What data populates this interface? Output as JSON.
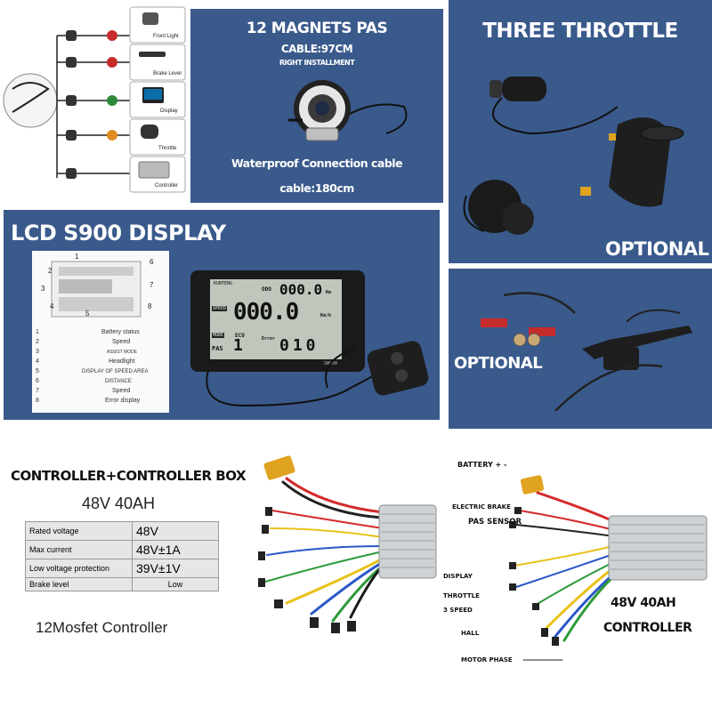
{
  "wiring": {
    "labels": [
      "Front Light",
      "Brake Lever",
      "Display",
      "Throttle",
      "Controller"
    ]
  },
  "pas": {
    "title": "12 MAGNETS PAS",
    "cable": "CABLE:97CM",
    "install": "RIGHT INSTALLMENT",
    "caption_1": "Waterproof Connection cable",
    "caption_2": "cable:180cm"
  },
  "throttle": {
    "title": "THREE THROTTLE",
    "optional": "OPTIONAL"
  },
  "display": {
    "title": "LCD S900 DISPLAY",
    "callouts": [
      "1",
      "2",
      "3",
      "4",
      "5",
      "6",
      "7",
      "8"
    ],
    "legend": [
      {
        "num": "1",
        "text": "Battery status"
      },
      {
        "num": "2",
        "text": "Speed"
      },
      {
        "num": "3",
        "text": "ASSIST MODE"
      },
      {
        "num": "4",
        "text": "Headlight"
      },
      {
        "num": "5",
        "text": "DISPLAY OF SPEED AREA"
      },
      {
        "num": "6",
        "text": "DISTANCE"
      },
      {
        "num": "7",
        "text": "Speed"
      },
      {
        "num": "8",
        "text": "Error display"
      }
    ],
    "lcd": {
      "odo_label": "ODO",
      "odo_value": "000.0",
      "odo_unit": "Km",
      "speed_label": "SPEED",
      "speed_value": "000.0",
      "speed_unit": "Km/h",
      "mode_label": "MODE",
      "eco": "ECO",
      "pas_label": "PAS",
      "pas_value": "1",
      "error_label": "Error",
      "error_value": "010",
      "model": "SW900",
      "brand": "KUNTENG"
    }
  },
  "brake": {
    "optional": "OPTIONAL"
  },
  "controller": {
    "title": "CONTROLLER+CONTROLLER BOX",
    "rating": "48V 40AH",
    "table": [
      {
        "label": "Rated voltage",
        "value": "48V"
      },
      {
        "label": "Max current",
        "value": "48V±1A"
      },
      {
        "label": "Low voltage protection",
        "value": "39V±1V"
      },
      {
        "label": "Brake level",
        "value": "Low"
      }
    ],
    "footer": "12Mosfet Controller"
  },
  "diagram": {
    "labels": {
      "battery": "BATTERY + -",
      "brake": "ELECTRIC BRAKE",
      "pas": "PAS SENSOR",
      "display": "DISPLAY",
      "throttle": "THROTTLE",
      "speed3": "3 SPEED",
      "hall": "HALL",
      "motor": "MOTOR PHASE"
    },
    "rating": "48V  40AH",
    "name": "CONTROLLER"
  },
  "colors": {
    "navy": "#3a5a8c",
    "wire_red": "#d42a2a",
    "wire_yellow": "#e8c21a",
    "wire_green": "#2e9a3a",
    "wire_blue": "#2a58c8",
    "connector_yellow": "#e0a31f"
  }
}
